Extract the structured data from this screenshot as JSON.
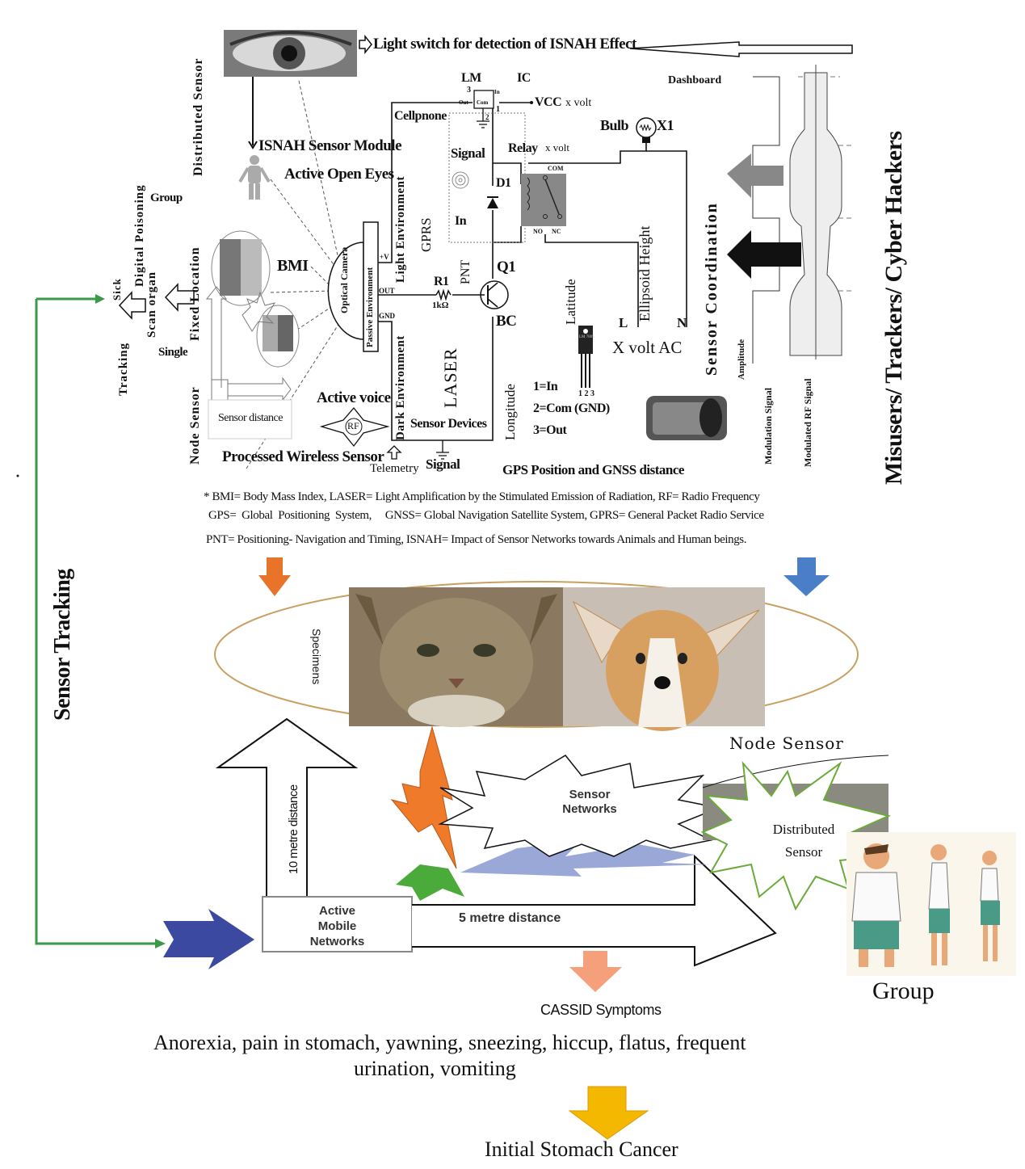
{
  "top_panel": {
    "header_label": "Light switch for detection of ISNAH Effect",
    "distributed_sensor_label": "Distributed Sensor",
    "sensor_module_label": "ISNAH Sensor Module",
    "active_open_eyes_label": "Active Open Eyes",
    "group_label": "Group",
    "single_label": "Single",
    "bmi_label": "BMI",
    "fixed_location_label": "Fixed Location",
    "node_sensor_label": "Node Sensor",
    "digital_poisoning_label": "Digital Poisoning",
    "scan_organ_label": "Scan organ",
    "sick_label": "Sick",
    "tracking_label": "Tracking",
    "sensor_distance_label": "Sensor distance",
    "active_voice_label": "Active voice",
    "rf_label": "RF",
    "processed_wireless_label": "Processed Wireless Sensor",
    "telemetry_label": "Telemetry",
    "signal_bottom_label": "Signal",
    "optical_camera_label": "Optical Camera",
    "passive_env_label": "Passive Environment",
    "pin_v": "+V",
    "pin_out": "OUT",
    "pin_gnd": "GND",
    "light_env_label": "Light Environment",
    "dark_env_label": "Dark Environment",
    "cellphone_label": "Cellpnone",
    "gprs_label": "GPRS",
    "pnt_label": "PNT",
    "laser_label": "LASER",
    "sensor_devices_label": "Sensor Devices",
    "lm_label": "LM",
    "ic_label": "IC",
    "ic_pin3": "3",
    "ic_pin1": "1",
    "ic_pin2": "2",
    "ic_in": "In",
    "ic_out": "Out",
    "ic_com": "Com",
    "vcc_label": "VCC",
    "vcc_volt": "x volt",
    "signal_label": "Signal",
    "in_label": "In",
    "d1_label": "D1",
    "relay_label": "Relay",
    "relay_volt": "x volt",
    "relay_com": "COM",
    "relay_no": "NO",
    "relay_nc": "NC",
    "r1_label": "R1",
    "r1_value": "1kΩ",
    "q1_label": "Q1",
    "bc_label": "BC",
    "bulb_label": "Bulb",
    "x1_label": "X1",
    "latitude_label": "Latitude",
    "longitude_label": "Longitude",
    "ellipsoid_label": "Ellipsoid Height",
    "l_label": "L",
    "n_label": "N",
    "ac_label": "X volt AC",
    "regulator_text": "LM 7805",
    "regulator_pins": "1 2 3",
    "pin_legend": [
      "1=In",
      "2=Com (GND)",
      "3=Out"
    ],
    "gps_label": "GPS Position and GNSS distance",
    "dashboard_label": "Dashboard",
    "sensor_coordination_label": "Sensor Coordination",
    "amplitude_label": "Amplitude",
    "modulation_signal_label": "Modulation Signal",
    "modulated_rf_label": "Modulated RF Signal",
    "misusers_label": "Misusers/ Trackers/ Cyber Hackers"
  },
  "footnote": {
    "line1": "* BMI= Body Mass Index, LASER= Light Amplification by the Stimulated Emission of Radiation,  RF= Radio Frequency",
    "line2": "GPS=  Global  Positioning  System,     GNSS= Global Navigation Satellite System, GPRS= General Packet Radio Service",
    "line3": "PNT= Positioning- Navigation and Timing,  ISNAH= Impact of Sensor Networks towards Animals and Human beings."
  },
  "middle_panel": {
    "specimens_label": "Specimens",
    "sensor_tracking_label": "Sensor Tracking",
    "node_sensor_label": "Node Sensor",
    "sensor_networks_label": [
      "Sensor",
      "Networks"
    ],
    "distributed_sensor_label": [
      "Distributed",
      "Sensor"
    ],
    "ten_metre_label": "10 metre distance",
    "five_metre_label": "5 metre distance",
    "active_mobile_label": [
      "Active",
      "Mobile",
      "Networks"
    ],
    "group_label": "Group"
  },
  "bottom_panel": {
    "cassid_label": "CASSID Symptoms",
    "symptoms_line1": "Anorexia, pain in stomach, yawning, sneezing, hiccup, flatus, frequent",
    "symptoms_line2": "urination, vomiting",
    "outcome_label": "Initial Stomach Cancer"
  },
  "colors": {
    "green_line": "#3a9a4a",
    "orange_arrow": "#e8742a",
    "blue_arrow": "#4a7fc8",
    "navy_arrow": "#3b4aa0",
    "salmon_arrow": "#f5a07a",
    "gold_arrow": "#f5b800",
    "ellipse": "#c8a060",
    "bolt_orange": "#ee7a2a",
    "bolt_blue": "#9aa8d8",
    "bolt_green": "#4aaa3a",
    "star_green": "#6aaa3a"
  }
}
